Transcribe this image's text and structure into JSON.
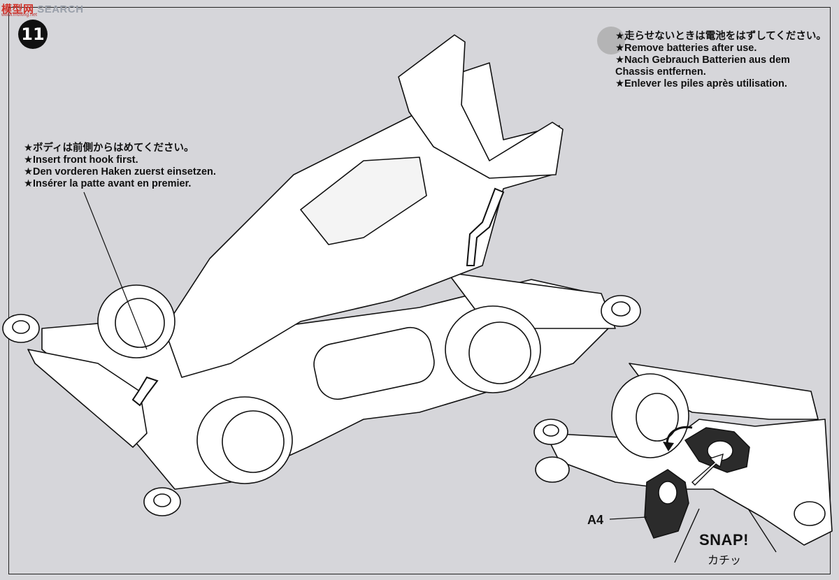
{
  "watermark": {
    "logo_cn": "模型网",
    "logo_en": "SEARCH",
    "url": "www.moxing.net"
  },
  "step_number": "11",
  "notes": {
    "front_hook": [
      "★ボディは前側からはめてください。",
      "★Insert front hook first.",
      "★Den vorderen Haken zuerst einsetzen.",
      "★Insérer la patte avant en premier."
    ],
    "batteries": [
      "★走らせないときは電池をはずしてください。",
      "★Remove batteries after use.",
      "★Nach Gebrauch Batterien aus dem",
      "Chassis entfernen.",
      "★Enlever les piles après utilisation."
    ]
  },
  "part_label": "A4",
  "snap_label": "SNAP!",
  "snap_label_jp": "カチッ",
  "colors": {
    "paper": "#d6d6da",
    "ink": "#111111",
    "part_fill": "#2b2b2b"
  }
}
